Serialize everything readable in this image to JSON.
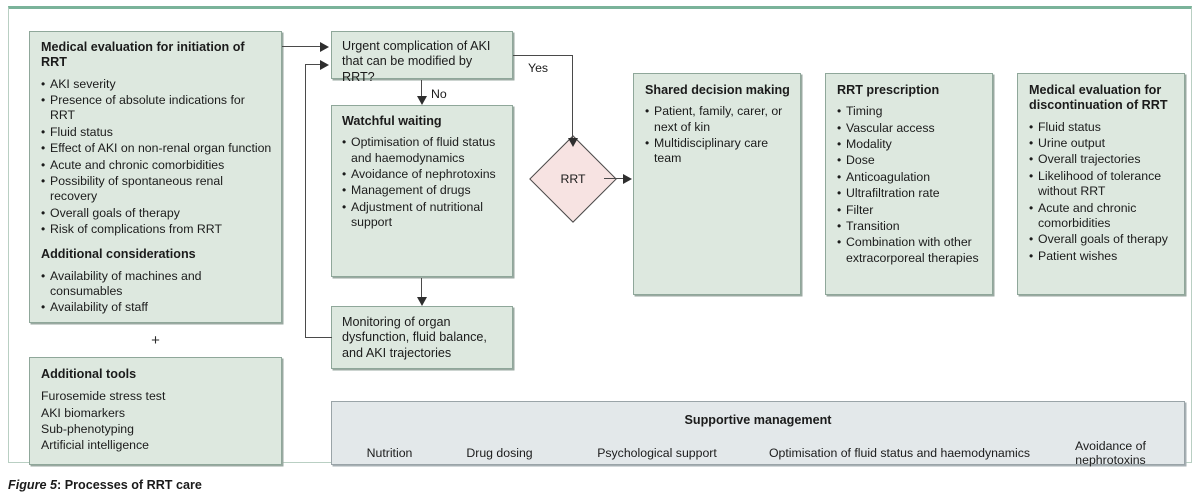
{
  "figure": {
    "number_label": "Figure 5",
    "separator": ": ",
    "caption": "Processes of RRT care"
  },
  "left_column": {
    "initiation": {
      "title": "Medical evaluation for initiation of RRT",
      "bullets": [
        "AKI severity",
        "Presence of absolute indications for RRT",
        "Fluid status",
        "Effect of AKI on non-renal organ function",
        "Acute and chronic comorbidities",
        "Possibility of spontaneous renal recovery",
        "Overall goals of therapy",
        "Risk of complications from RRT"
      ],
      "subtitle": "Additional considerations",
      "extra_bullets": [
        "Availability of machines and consumables",
        "Availability of staff"
      ]
    },
    "combiner_symbol": "+",
    "tools": {
      "title": "Additional tools",
      "items": [
        "Furosemide stress test",
        "AKI biomarkers",
        "Sub-phenotyping",
        "Artificial intelligence"
      ]
    }
  },
  "flow_column": {
    "urgent": {
      "text": "Urgent complication of AKI that can be modified by RRT?"
    },
    "watchful": {
      "title": "Watchful waiting",
      "bullets": [
        "Optimisation of fluid status and haemodynamics",
        "Avoidance of nephrotoxins",
        "Management of drugs",
        "Adjustment of nutritional support"
      ]
    },
    "monitor": {
      "text": "Monitoring of organ dysfunction, fluid balance, and AKI trajectories"
    },
    "edges": {
      "yes_label": "Yes",
      "no_label": "No"
    },
    "decision": {
      "label": "RRT",
      "fill_color": "#f7e3e2"
    }
  },
  "right_column": {
    "shared_decision": {
      "title": "Shared decision making",
      "bullets": [
        "Patient, family, carer, or next of kin",
        "Multidisciplinary care team"
      ]
    },
    "prescription": {
      "title": "RRT prescription",
      "bullets": [
        "Timing",
        "Vascular access",
        "Modality",
        "Dose",
        "Anticoagulation",
        "Ultrafiltration rate",
        "Filter",
        "Transition",
        "Combination with other extracorporeal therapies"
      ]
    },
    "discontinuation": {
      "title": "Medical evaluation for discontinuation of RRT",
      "bullets": [
        "Fluid status",
        "Urine output",
        "Overall trajectories",
        "Likelihood of tolerance without RRT",
        "Acute and chronic comorbidities",
        "Overall goals of therapy",
        "Patient wishes"
      ]
    }
  },
  "supportive_management": {
    "title": "Supportive management",
    "items": [
      "Nutrition",
      "Drug dosing",
      "Psychological support",
      "Optimisation of fluid status and haemodynamics",
      "Avoidance of nephrotoxins"
    ]
  },
  "colors": {
    "panel_green": "#dde8df",
    "panel_gray": "#e3e8ea",
    "panel_border": "#8fa79a",
    "frame_green": "#7ab39a",
    "connector": "#4a4a4a"
  }
}
